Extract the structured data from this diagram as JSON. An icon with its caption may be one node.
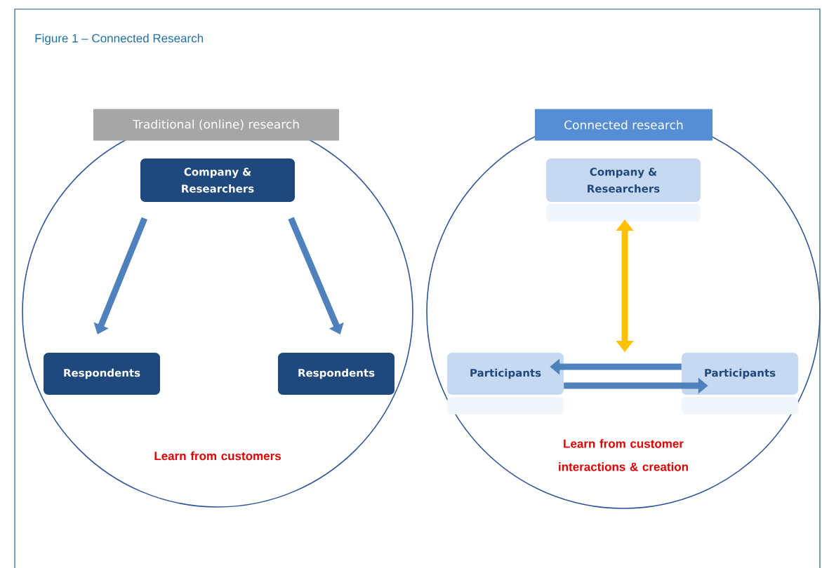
{
  "diagram": {
    "title": "Figure 1 – Connected Research",
    "nodes": [
      {
        "text": [
          "Traditional (online) research",
          "Learn from customers"
        ]
      },
      {
        "text": [
          "Company & Researchers"
        ],
        "in": 0
      },
      {
        "text": [
          "Respondents"
        ],
        "in": 0
      },
      {
        "text": [
          "Respondents"
        ],
        "in": 0
      },
      {
        "text": [
          "Connected research",
          "Learn from customer interactions & creation"
        ]
      },
      {
        "text": [
          "Company & Researchers"
        ],
        "in": 4
      },
      {
        "text": [
          "Participants"
        ],
        "in": 4
      },
      {
        "text": [
          "Participants"
        ],
        "in": 4
      }
    ],
    "edges": [
      {
        "from": 1,
        "to": 2,
        "arrow": "to"
      },
      {
        "from": 1,
        "to": 3,
        "arrow": "to"
      },
      {
        "from": 5,
        "to": null,
        "arrow": "both",
        "color": "#ffc000"
      },
      {
        "from": 7,
        "to": 6,
        "arrow": "to"
      },
      {
        "from": 6,
        "to": 7,
        "arrow": "to"
      }
    ]
  }
}
